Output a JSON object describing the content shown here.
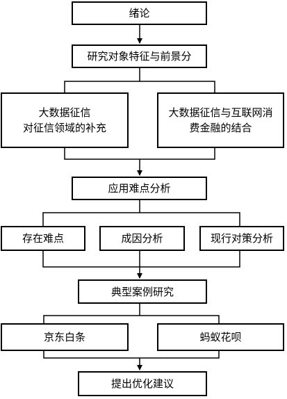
{
  "nodes": {
    "conclusion": "绪论",
    "research_features": "研究对象特征与前景分",
    "bigdata_supplement": "大数据征信\n对征信领域的补充",
    "bigdata_internet": "大数据征信与互联网消\n费金融的结合",
    "application_difficulty": "应用难点分析",
    "existing_difficulty": "存在难点",
    "cause_analysis": "成因分析",
    "current_countermeasures": "现行对策分析",
    "typical_cases": "典型案例研究",
    "jd_baitiao": "京东白条",
    "ant_huabei": "蚂蚁花呗",
    "optimization": "提出优化建议"
  },
  "colors": {
    "line": "#000000",
    "box_border": "#000000",
    "background": "#ffffff"
  }
}
